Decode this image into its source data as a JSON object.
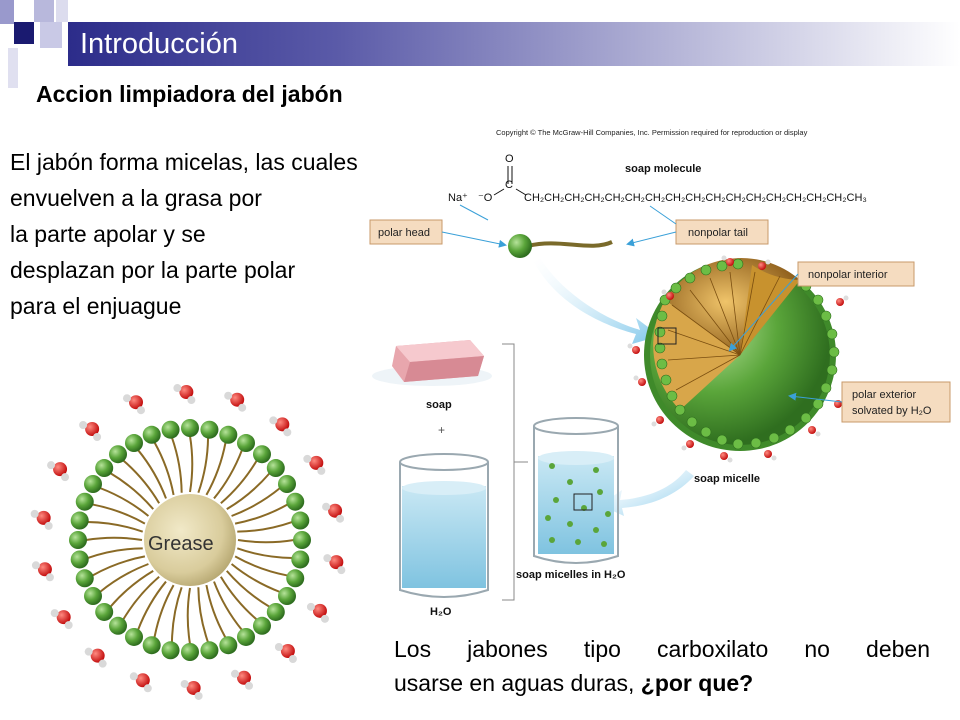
{
  "header": {
    "title": "Introducción"
  },
  "subtitle": "Accion limpiadora del jabón",
  "body_text": {
    "lines": [
      "El jabón forma micelas, las cuales",
      "envuelven a la grasa por",
      "la parte apolar y se",
      "desplazan por la parte polar",
      "para el enjuague"
    ]
  },
  "bottom_text": {
    "line1": "Los jabones tipo carboxilato no deben",
    "line2_plain": "usarse en aguas duras, ",
    "line2_bold": "¿por que?"
  },
  "figure": {
    "copyright": "Copyright © The McGraw-Hill Companies, Inc. Permission required for reproduction or display",
    "soap_molecule_label": "soap molecule",
    "formula_na": "Na⁺",
    "formula_o_minus": "⁻O",
    "formula_o": "O",
    "formula_c": "C",
    "formula_chain": "CH₂CH₂CH₂CH₂CH₂CH₂CH₂CH₂CH₂CH₂CH₂CH₂CH₂CH₂CH₂CH₂CH₃",
    "polar_head": "polar head",
    "nonpolar_tail": "nonpolar tail",
    "nonpolar_interior": "nonpolar interior",
    "polar_exterior_1": "polar exterior",
    "polar_exterior_2": "solvated by H₂O",
    "soap_micelle": "soap micelle",
    "soap": "soap",
    "plus": "+",
    "h2o": "H₂O",
    "soap_micelles_in_h2o": "soap micelles in H₂O",
    "grease": "Grease"
  },
  "colors": {
    "title_bar_start": "#2c2c8a",
    "micelle_green": "#5aa53a",
    "tail_gold": "#9a7a2a",
    "water": "#9fd3ea",
    "label_box": "#f5dcc0",
    "label_border": "#c89a6a",
    "arrow_blue": "#3aa0d8"
  }
}
